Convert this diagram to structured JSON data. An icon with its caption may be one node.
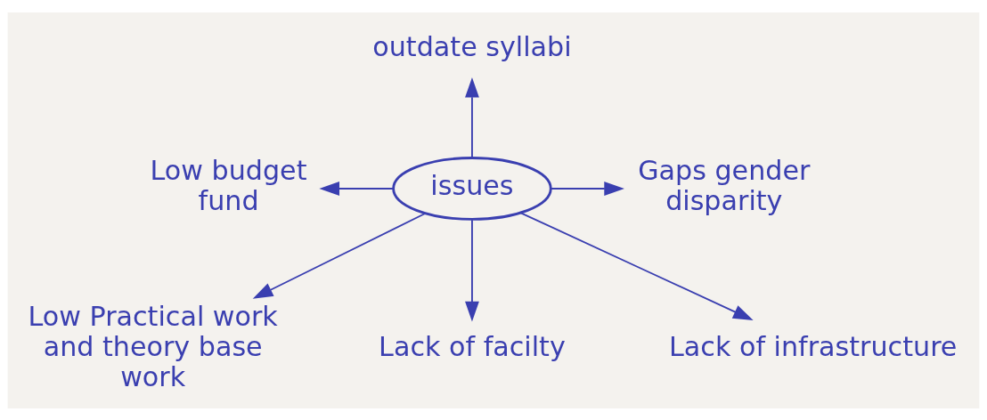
{
  "diagram": {
    "nodes": [
      {
        "text": [
          "outdate syllabi"
        ]
      },
      {
        "text": [
          "Low budget fund"
        ]
      },
      {
        "text": [
          "issues"
        ]
      },
      {
        "text": [
          "Gaps gender disparity"
        ]
      },
      {
        "text": [
          "Low Practical work and theory base work"
        ]
      },
      {
        "text": [
          "Lack of facilty"
        ]
      },
      {
        "text": [
          "Lack of infrastructure"
        ]
      }
    ],
    "edges": [
      {
        "from": 2,
        "to": 0,
        "arrow": "to"
      },
      {
        "from": 2,
        "to": 1,
        "arrow": "to"
      },
      {
        "from": 2,
        "to": 3,
        "arrow": "to"
      },
      {
        "from": 2,
        "to": 4,
        "arrow": "to"
      },
      {
        "from": 2,
        "to": 5,
        "arrow": "to"
      },
      {
        "from": 2,
        "to": 6,
        "arrow": "to"
      }
    ]
  }
}
